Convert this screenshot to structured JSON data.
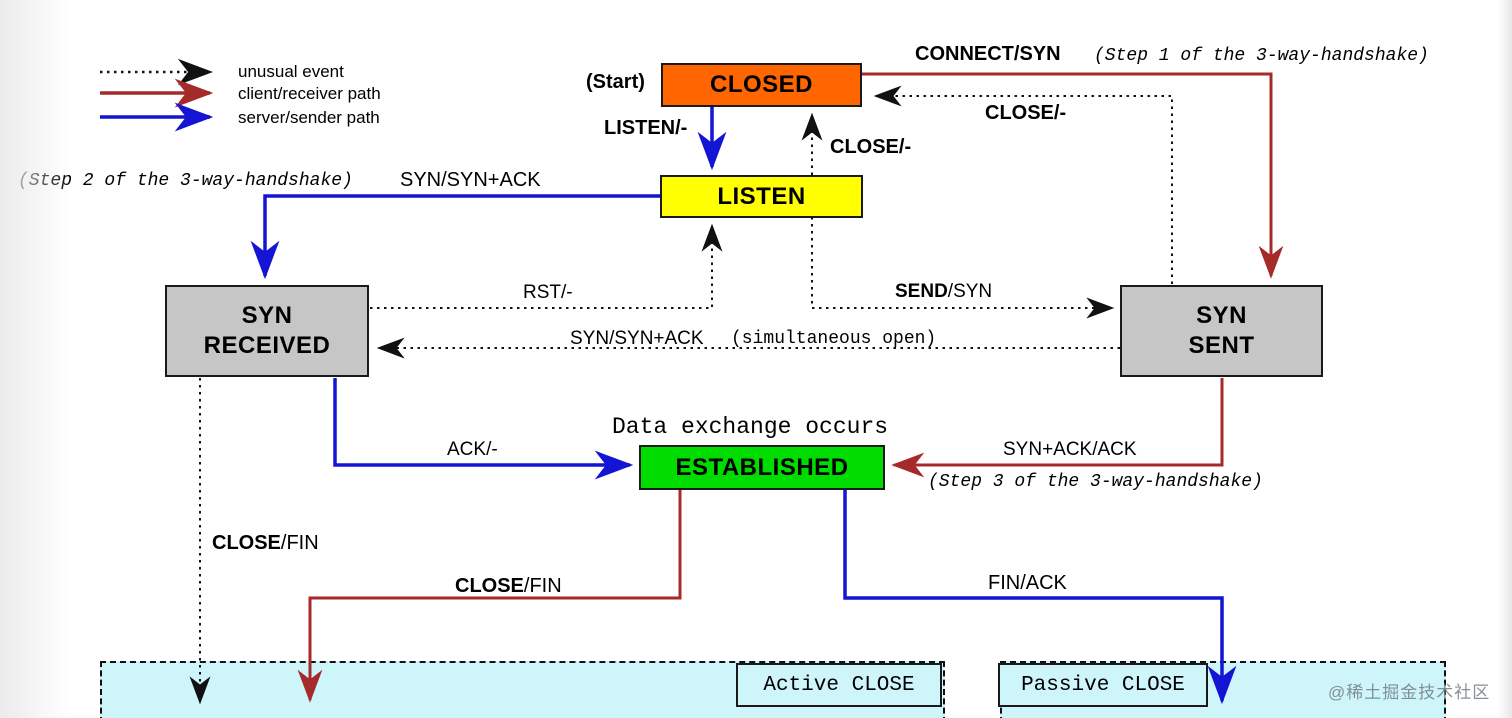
{
  "colors": {
    "closed_fill": "#FF6600",
    "listen_fill": "#FFFF00",
    "syn_box_fill": "#C6C6C6",
    "established_fill": "#00DC00",
    "client_path": "#A52A2A",
    "server_path": "#1414D4",
    "unusual_path": "#111111",
    "close_region_fill": "#CDF5FA"
  },
  "legend": {
    "items": [
      {
        "label": "unusual event",
        "style": "dotted-black"
      },
      {
        "label": "client/receiver path",
        "style": "solid-darkred"
      },
      {
        "label": "server/sender path",
        "style": "solid-blue"
      }
    ]
  },
  "states": {
    "closed": {
      "label": "CLOSED"
    },
    "listen": {
      "label": "LISTEN"
    },
    "syn_received": {
      "line1": "SYN",
      "line2": "RECEIVED"
    },
    "syn_sent": {
      "line1": "SYN",
      "line2": "SENT"
    },
    "established": {
      "label": "ESTABLISHED"
    }
  },
  "annotations": {
    "start": "(Start)",
    "step1": "(Step 1 of the 3-way-handshake)",
    "step2": "(Step 2 of the 3-way-handshake)",
    "step3": "(Step 3 of the 3-way-handshake)",
    "simultaneous_open": "(simultaneous open)",
    "data_exchange": "Data exchange occurs",
    "active_close": "Active CLOSE",
    "passive_close": "Passive CLOSE",
    "watermark": "@稀土掘金技术社区"
  },
  "transitions": {
    "connect_syn": {
      "bold": "CONNECT",
      "rest": "/SYN"
    },
    "close_top": {
      "bold": "CLOSE/-",
      "rest": ""
    },
    "listen_dash": {
      "bold": "LISTEN/-",
      "rest": ""
    },
    "close_mid": {
      "bold": "CLOSE/-",
      "rest": ""
    },
    "syn_synack_step2": {
      "bold": "",
      "rest": "SYN/SYN+ACK"
    },
    "rst": {
      "bold": "",
      "rest": "RST/-"
    },
    "send_syn": {
      "bold": "SEND",
      "rest": "/SYN"
    },
    "syn_synack_simul": {
      "bold": "",
      "rest": "SYN/SYN+ACK"
    },
    "ack": {
      "bold": "",
      "rest": "ACK/-"
    },
    "synack_ack": {
      "bold": "",
      "rest": "SYN+ACK/ACK"
    },
    "close_fin_left": {
      "bold": "CLOSE",
      "rest": "/FIN"
    },
    "close_fin_mid": {
      "bold": "CLOSE",
      "rest": "/FIN"
    },
    "fin_ack": {
      "bold": "",
      "rest": "FIN/ACK"
    }
  }
}
